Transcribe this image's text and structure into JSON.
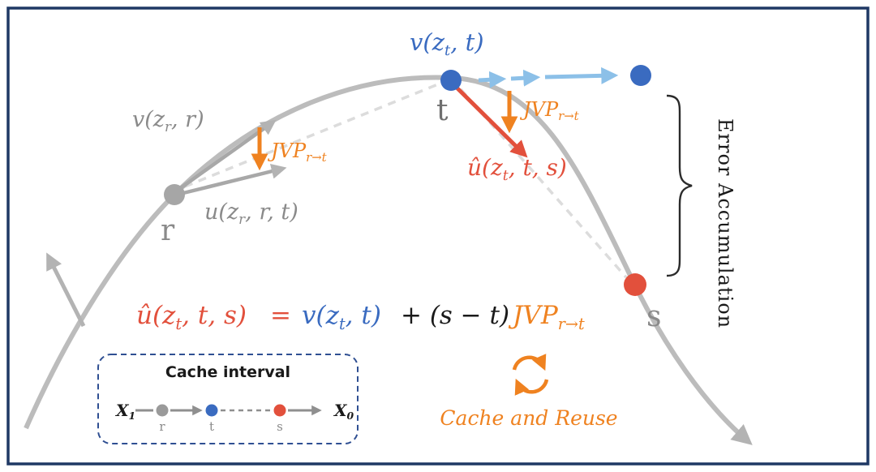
{
  "labels": {
    "v_zr": {
      "pre": "v(z",
      "sub": "r",
      "post": ", r)"
    },
    "u_zr": {
      "pre": "u(z",
      "sub": "r",
      "post": ", r, t)"
    },
    "v_zt": {
      "pre": "v(z",
      "sub": "t",
      "post": ", t)"
    },
    "u_hat": {
      "pre": "û(z",
      "sub": "t",
      "post": ", t, s)"
    },
    "jvp_r": {
      "pre": "JVP",
      "sub": "r→t"
    },
    "jvp_t": {
      "pre": "JVP",
      "sub": "r→t"
    },
    "point_r": "r",
    "point_t": "t",
    "point_s": "s",
    "error_accumulation": "Error Accumulation"
  },
  "equation": {
    "lhs": {
      "pre": "û(z",
      "sub": "t",
      "post": ", t, s)"
    },
    "equals": "=",
    "v_term": {
      "pre": "v(z",
      "sub": "t",
      "post": ", t)"
    },
    "plus_term": "+ (s − t)",
    "jvp": {
      "pre": "JVP",
      "sub": "r→t"
    }
  },
  "cache_box": {
    "title": "Cache interval",
    "x1": {
      "pre": "X",
      "sub": "1"
    },
    "x0": {
      "pre": "X",
      "sub": "0"
    },
    "r": "r",
    "t": "t",
    "s": "s"
  },
  "cache_reuse": {
    "label": "Cache and Reuse"
  },
  "colors": {
    "blue": "#3a6bc0",
    "light_blue": "#8cc0e8",
    "red": "#e2503c",
    "orange": "#ef8220",
    "gray": "#a6a6a6",
    "light_gray_dash": "#dcdcdc",
    "navy_border": "#1f3864"
  }
}
